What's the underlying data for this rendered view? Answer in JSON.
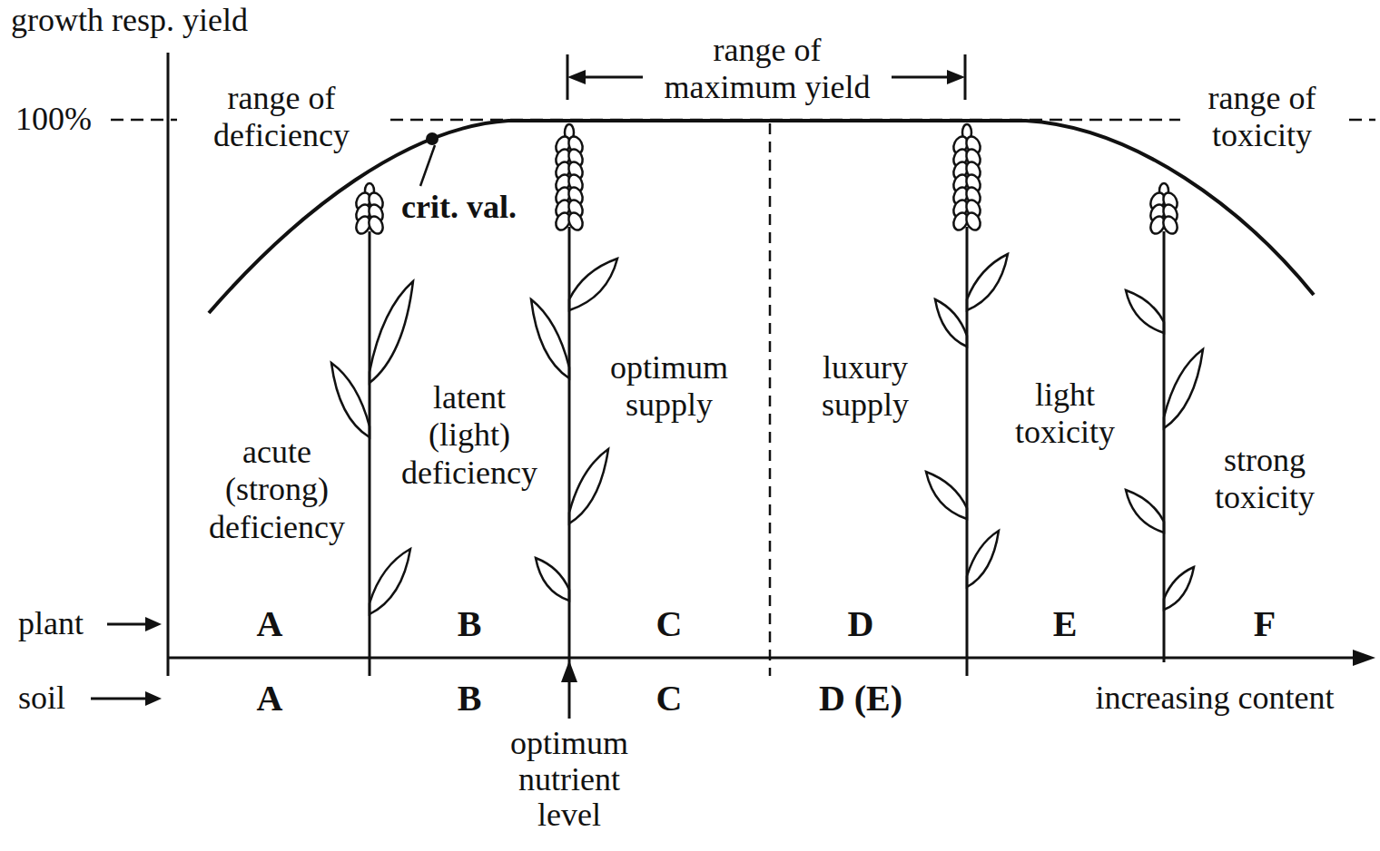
{
  "diagram": {
    "labels": [
      "growth resp. yield",
      "range of maximum yield",
      "100%",
      "range of deficiency",
      "range of toxicity",
      "crit. val.",
      "optimum supply",
      "luxury supply",
      "latent (light) deficiency",
      "light toxicity",
      "acute (strong) deficiency",
      "strong toxicity",
      "plant",
      "A",
      "B",
      "C",
      "D",
      "E",
      "F",
      "soil",
      "A",
      "B",
      "C",
      "D (E)",
      "increasing content",
      "optimum nutrient level"
    ]
  }
}
